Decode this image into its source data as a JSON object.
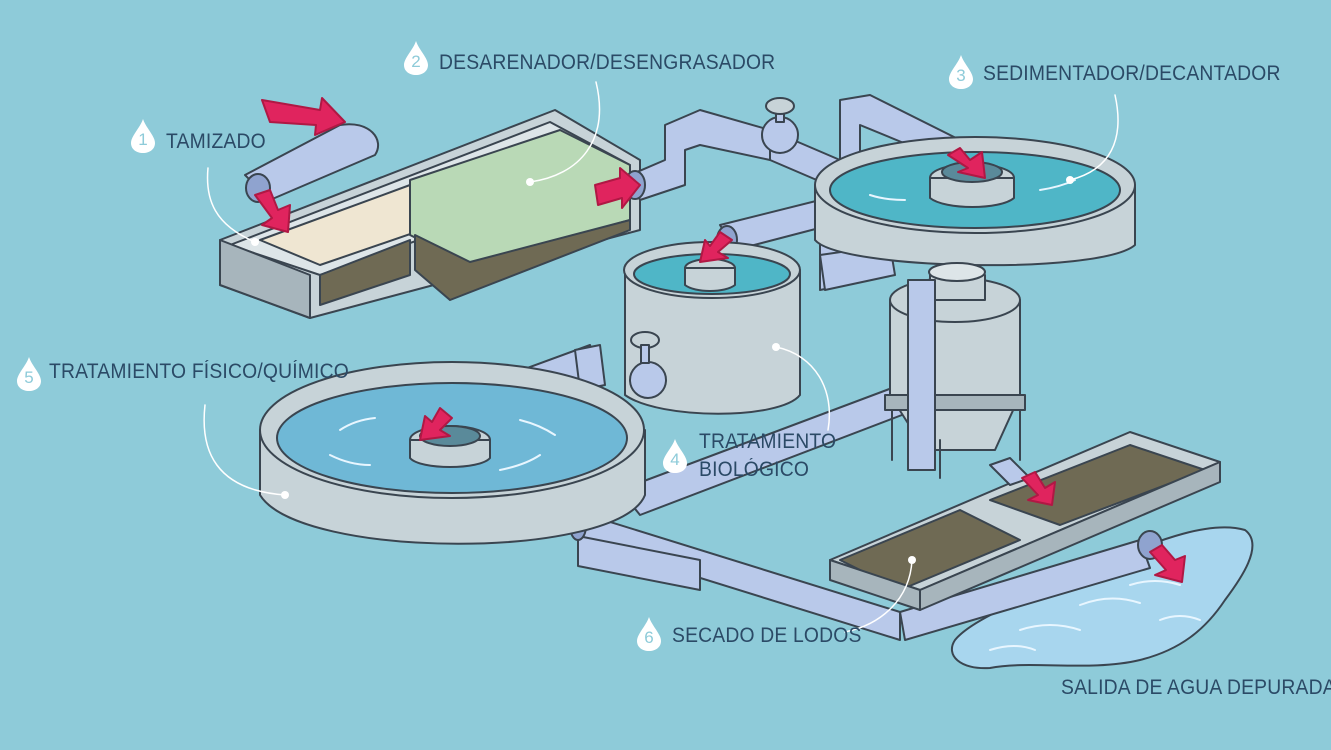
{
  "colors": {
    "background": "#8ecbd9",
    "pipe": "#b9c9ea",
    "pipe_shadow": "#8fa3cf",
    "tank": "#c7d3d8",
    "tank_dark": "#a7b5bc",
    "water": "#4fb6c7",
    "water_light": "#9fd8ea",
    "arrow": "#e0245e",
    "sludge": "#6f6a54",
    "label_text": "#2b4a66",
    "outline": "#3a4550"
  },
  "steps": [
    {
      "number": "1",
      "label": "TAMIZADO"
    },
    {
      "number": "2",
      "label": "DESARENADOR/DESENGRASADOR"
    },
    {
      "number": "3",
      "label": "SEDIMENTADOR/DECANTADOR"
    },
    {
      "number": "4",
      "label": "TRATAMIENTO",
      "label2": "BIOLÓGICO"
    },
    {
      "number": "5",
      "label": "TRATAMIENTO FÍSICO/QUÍMICO"
    },
    {
      "number": "6",
      "label": "SECADO DE LODOS"
    }
  ],
  "output_label": "SALIDA DE AGUA DEPURADA"
}
